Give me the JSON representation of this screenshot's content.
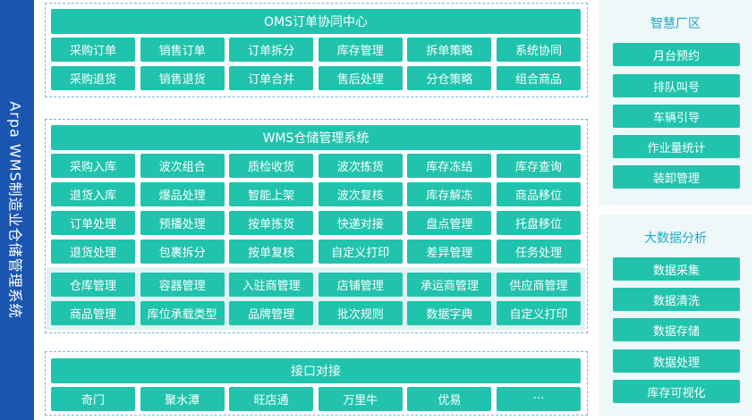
{
  "sidebar": {
    "title": "Arpa WMS制造业仓储管理系统"
  },
  "oms": {
    "title": "OMS订单协同中心",
    "items": [
      "采购订单",
      "销售订单",
      "订单拆分",
      "库存管理",
      "拆单策略",
      "系统协同",
      "采购退货",
      "销售退货",
      "订单合并",
      "售后处理",
      "分仓策略",
      "组合商品"
    ]
  },
  "wms": {
    "title": "WMS仓储管理系统",
    "items": [
      "采购入库",
      "波次组合",
      "质检收货",
      "波次拣货",
      "库存冻结",
      "库存查询",
      "退货入库",
      "爆品处理",
      "智能上架",
      "波次复核",
      "库存解冻",
      "商品移位",
      "订单处理",
      "预播处理",
      "按单拣货",
      "快递对接",
      "盘点管理",
      "托盘移位",
      "退货处理",
      "包裹拆分",
      "按单复核",
      "自定义打印",
      "差异管理",
      "任务处理"
    ],
    "base_items": [
      "仓库管理",
      "容器管理",
      "入驻商管理",
      "店铺管理",
      "承运商管理",
      "供应商管理",
      "商品管理",
      "库位承载类型",
      "品牌管理",
      "批次规则",
      "数据字典",
      "自定义打印"
    ]
  },
  "interface": {
    "title": "接口对接",
    "items": [
      "奇门",
      "聚水潭",
      "旺店通",
      "万里牛",
      "优易",
      "···"
    ]
  },
  "smart_park": {
    "title": "智慧厂区",
    "items": [
      "月台预约",
      "排队叫号",
      "车辆引导",
      "作业量统计",
      "装卸管理"
    ]
  },
  "big_data": {
    "title": "大数据分析",
    "items": [
      "数据采集",
      "数据清洗",
      "数据存储",
      "数据处理",
      "库存可视化"
    ]
  }
}
